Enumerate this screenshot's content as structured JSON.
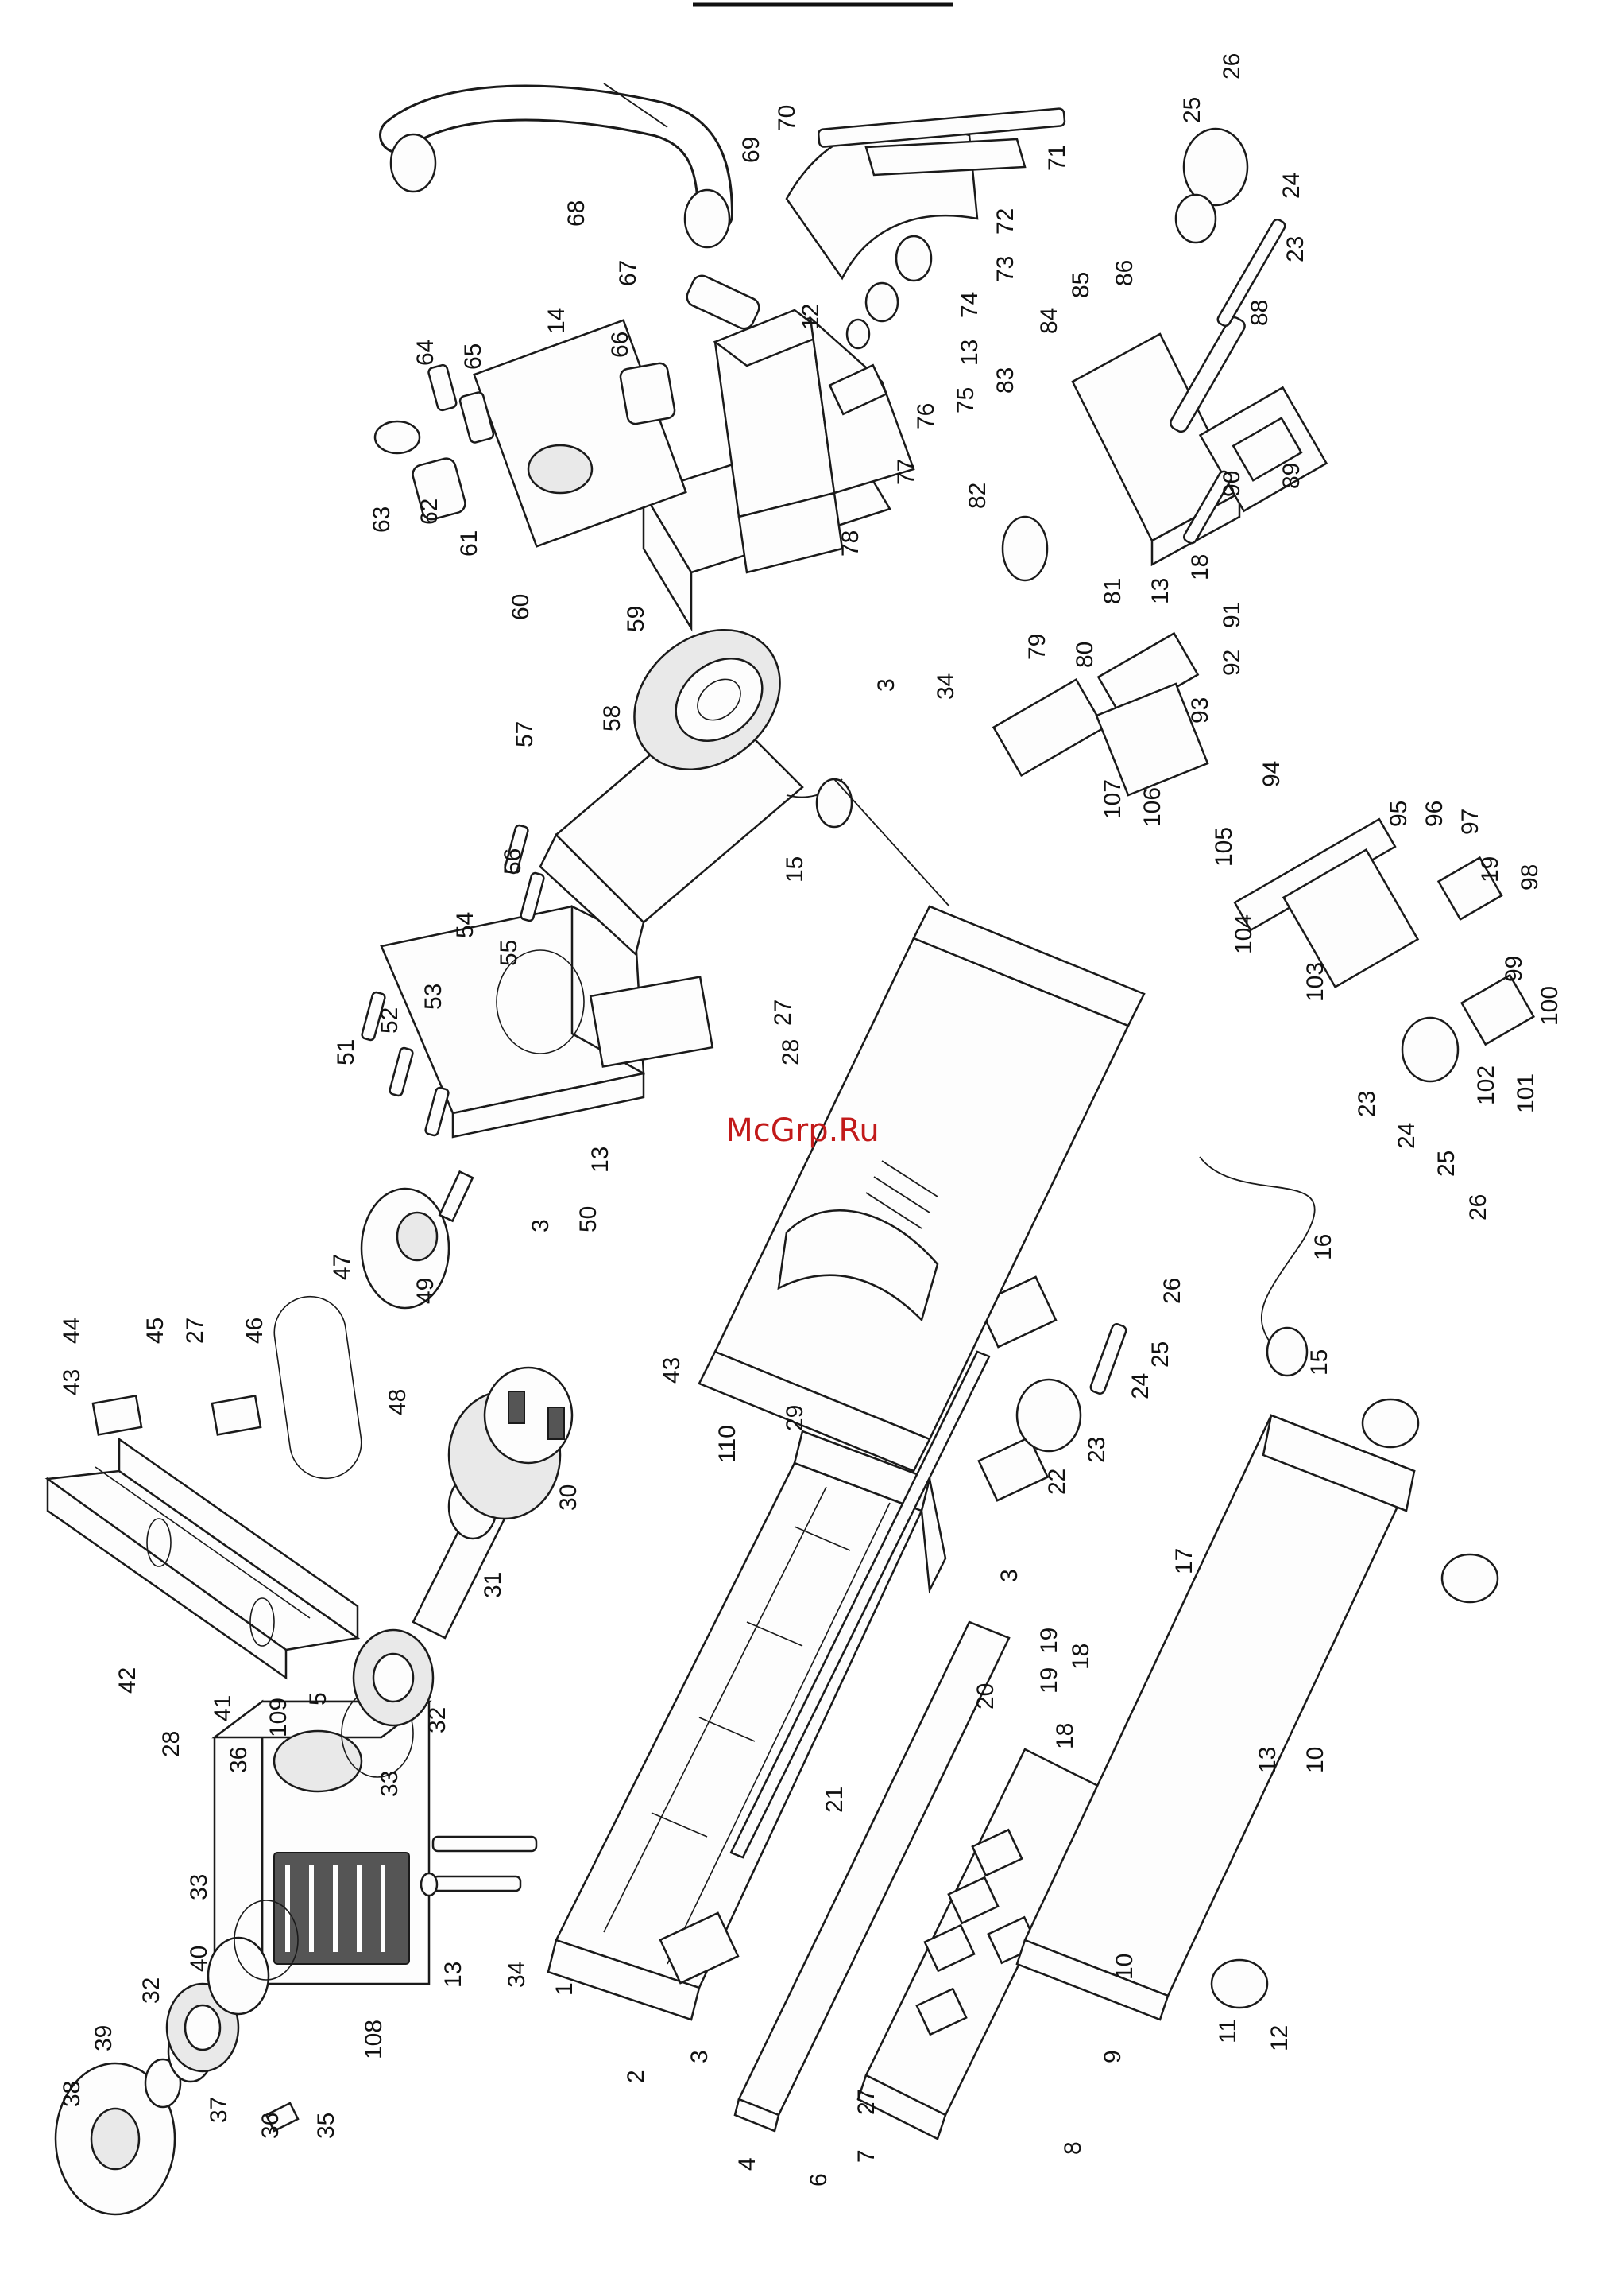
{
  "watermark": "McGrp.Ru",
  "callouts": [
    {
      "id": "p1",
      "text": "1"
    },
    {
      "id": "p2",
      "text": "2"
    },
    {
      "id": "p3a",
      "text": "3"
    },
    {
      "id": "p4",
      "text": "4"
    },
    {
      "id": "p6",
      "text": "6"
    },
    {
      "id": "p7",
      "text": "7"
    },
    {
      "id": "p8",
      "text": "8"
    },
    {
      "id": "p9",
      "text": "9"
    },
    {
      "id": "p10a",
      "text": "10"
    },
    {
      "id": "p10b",
      "text": "10"
    },
    {
      "id": "p11",
      "text": "11"
    },
    {
      "id": "p12",
      "text": "12"
    },
    {
      "id": "p13a",
      "text": "13"
    },
    {
      "id": "p17",
      "text": "17"
    },
    {
      "id": "p18a",
      "text": "18"
    },
    {
      "id": "p19a",
      "text": "19"
    },
    {
      "id": "p20",
      "text": "20"
    },
    {
      "id": "p21",
      "text": "21"
    },
    {
      "id": "p27a",
      "text": "27"
    },
    {
      "id": "p38",
      "text": "38"
    },
    {
      "id": "p39",
      "text": "39"
    },
    {
      "id": "p37",
      "text": "37"
    },
    {
      "id": "p32a",
      "text": "32"
    },
    {
      "id": "p40",
      "text": "40"
    },
    {
      "id": "p33a",
      "text": "33"
    },
    {
      "id": "p36a",
      "text": "36"
    },
    {
      "id": "p35",
      "text": "35"
    },
    {
      "id": "p108",
      "text": "108"
    },
    {
      "id": "p41",
      "text": "41"
    },
    {
      "id": "p13b",
      "text": "13"
    },
    {
      "id": "p34a",
      "text": "34"
    },
    {
      "id": "p33b",
      "text": "33"
    },
    {
      "id": "p32b",
      "text": "32"
    },
    {
      "id": "p5",
      "text": "5"
    },
    {
      "id": "p109",
      "text": "109"
    },
    {
      "id": "p36b",
      "text": "36"
    },
    {
      "id": "p28a",
      "text": "28"
    },
    {
      "id": "p42",
      "text": "42"
    },
    {
      "id": "p31",
      "text": "31"
    },
    {
      "id": "p30",
      "text": "30"
    },
    {
      "id": "p43a",
      "text": "43"
    },
    {
      "id": "p44",
      "text": "44"
    },
    {
      "id": "p45",
      "text": "45"
    },
    {
      "id": "p27b",
      "text": "27"
    },
    {
      "id": "p46",
      "text": "46"
    },
    {
      "id": "p48",
      "text": "48"
    },
    {
      "id": "p47",
      "text": "47"
    },
    {
      "id": "p49",
      "text": "49"
    },
    {
      "id": "p3b",
      "text": "3"
    },
    {
      "id": "p50",
      "text": "50"
    },
    {
      "id": "p13c",
      "text": "13"
    },
    {
      "id": "p51",
      "text": "51"
    },
    {
      "id": "p52",
      "text": "52"
    },
    {
      "id": "p53",
      "text": "53"
    },
    {
      "id": "p54",
      "text": "54"
    },
    {
      "id": "p55",
      "text": "55"
    },
    {
      "id": "p56",
      "text": "56"
    },
    {
      "id": "p57",
      "text": "57"
    },
    {
      "id": "p58",
      "text": "58"
    },
    {
      "id": "p15a",
      "text": "15"
    },
    {
      "id": "p59",
      "text": "59"
    },
    {
      "id": "p60",
      "text": "60"
    },
    {
      "id": "p61",
      "text": "61"
    },
    {
      "id": "p62",
      "text": "62"
    },
    {
      "id": "p63",
      "text": "63"
    },
    {
      "id": "p64",
      "text": "64"
    },
    {
      "id": "p65",
      "text": "65"
    },
    {
      "id": "p14",
      "text": "14"
    },
    {
      "id": "p66",
      "text": "66"
    },
    {
      "id": "p67",
      "text": "67"
    },
    {
      "id": "p68",
      "text": "68"
    },
    {
      "id": "p69",
      "text": "69"
    },
    {
      "id": "p70",
      "text": "70"
    },
    {
      "id": "p71",
      "text": "71"
    },
    {
      "id": "p72",
      "text": "72"
    },
    {
      "id": "p73",
      "text": "73"
    },
    {
      "id": "p74",
      "text": "74"
    },
    {
      "id": "p13d",
      "text": "13"
    },
    {
      "id": "p75",
      "text": "75"
    },
    {
      "id": "p76",
      "text": "76"
    },
    {
      "id": "p77",
      "text": "77"
    },
    {
      "id": "p12b",
      "text": "12"
    },
    {
      "id": "p78",
      "text": "78"
    },
    {
      "id": "p26a",
      "text": "26"
    },
    {
      "id": "p25a",
      "text": "25"
    },
    {
      "id": "p24a",
      "text": "24"
    },
    {
      "id": "p23a",
      "text": "23"
    },
    {
      "id": "p88",
      "text": "88"
    },
    {
      "id": "p86",
      "text": "86"
    },
    {
      "id": "p85",
      "text": "85"
    },
    {
      "id": "p84",
      "text": "84"
    },
    {
      "id": "p83",
      "text": "83"
    },
    {
      "id": "p82",
      "text": "82"
    },
    {
      "id": "p81",
      "text": "81"
    },
    {
      "id": "p13e",
      "text": "13"
    },
    {
      "id": "p18b",
      "text": "18"
    },
    {
      "id": "p90",
      "text": "90"
    },
    {
      "id": "p89",
      "text": "89"
    },
    {
      "id": "p3c",
      "text": "3"
    },
    {
      "id": "p34b",
      "text": "34"
    },
    {
      "id": "p79",
      "text": "79"
    },
    {
      "id": "p80",
      "text": "80"
    },
    {
      "id": "p91",
      "text": "91"
    },
    {
      "id": "p92",
      "text": "92"
    },
    {
      "id": "p93",
      "text": "93"
    },
    {
      "id": "p107",
      "text": "107"
    },
    {
      "id": "p106",
      "text": "106"
    },
    {
      "id": "p105",
      "text": "105"
    },
    {
      "id": "p94",
      "text": "94"
    },
    {
      "id": "p95",
      "text": "95"
    },
    {
      "id": "p96",
      "text": "96"
    },
    {
      "id": "p97",
      "text": "97"
    },
    {
      "id": "p19b",
      "text": "19"
    },
    {
      "id": "p98",
      "text": "98"
    },
    {
      "id": "p104",
      "text": "104"
    },
    {
      "id": "p103",
      "text": "103"
    },
    {
      "id": "p99",
      "text": "99"
    },
    {
      "id": "p100",
      "text": "100"
    },
    {
      "id": "p102",
      "text": "102"
    },
    {
      "id": "p101",
      "text": "101"
    },
    {
      "id": "p23b",
      "text": "23"
    },
    {
      "id": "p24b",
      "text": "24"
    },
    {
      "id": "p25b",
      "text": "25"
    },
    {
      "id": "p26b",
      "text": "26"
    },
    {
      "id": "p16",
      "text": "16"
    },
    {
      "id": "p15b",
      "text": "15"
    },
    {
      "id": "p27c",
      "text": "27"
    },
    {
      "id": "p28b",
      "text": "28"
    },
    {
      "id": "p43b",
      "text": "43"
    },
    {
      "id": "p29",
      "text": "29"
    },
    {
      "id": "p26c",
      "text": "26"
    },
    {
      "id": "p25c",
      "text": "25"
    },
    {
      "id": "p24c",
      "text": "24"
    },
    {
      "id": "p23c",
      "text": "23"
    },
    {
      "id": "p22",
      "text": "22"
    },
    {
      "id": "p3d",
      "text": "3"
    },
    {
      "id": "p110",
      "text": "110"
    },
    {
      "id": "p19c",
      "text": "19"
    },
    {
      "id": "p18c",
      "text": "18"
    }
  ]
}
